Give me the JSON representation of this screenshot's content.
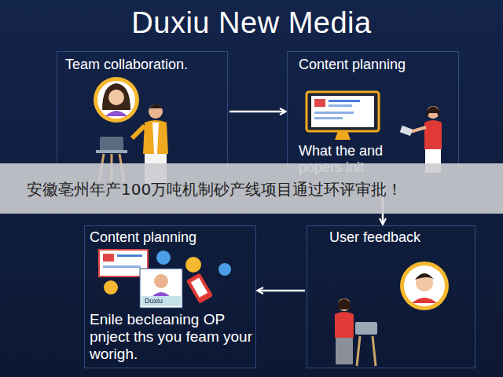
{
  "diagram": {
    "title": "Duxiu New Media",
    "nodes": [
      {
        "text": [
          "Team collaboration."
        ]
      },
      {
        "text": [
          "Content planning",
          "What the and popers init"
        ]
      },
      {
        "text": [
          "Content planning",
          "Enile becleaning OP pnject ths you feam your worigh."
        ]
      },
      {
        "text": [
          "User feedback"
        ]
      }
    ],
    "edges": [
      {
        "from": 0,
        "to": 1,
        "arrow": "to"
      },
      {
        "from": 1,
        "to": 3,
        "arrow": "to"
      },
      {
        "from": 3,
        "to": 2,
        "arrow": "to"
      }
    ],
    "labels": [
      "安徽亳州年产100万吨机制砂产线项目通过环评审批！",
      "Duxiu"
    ]
  }
}
